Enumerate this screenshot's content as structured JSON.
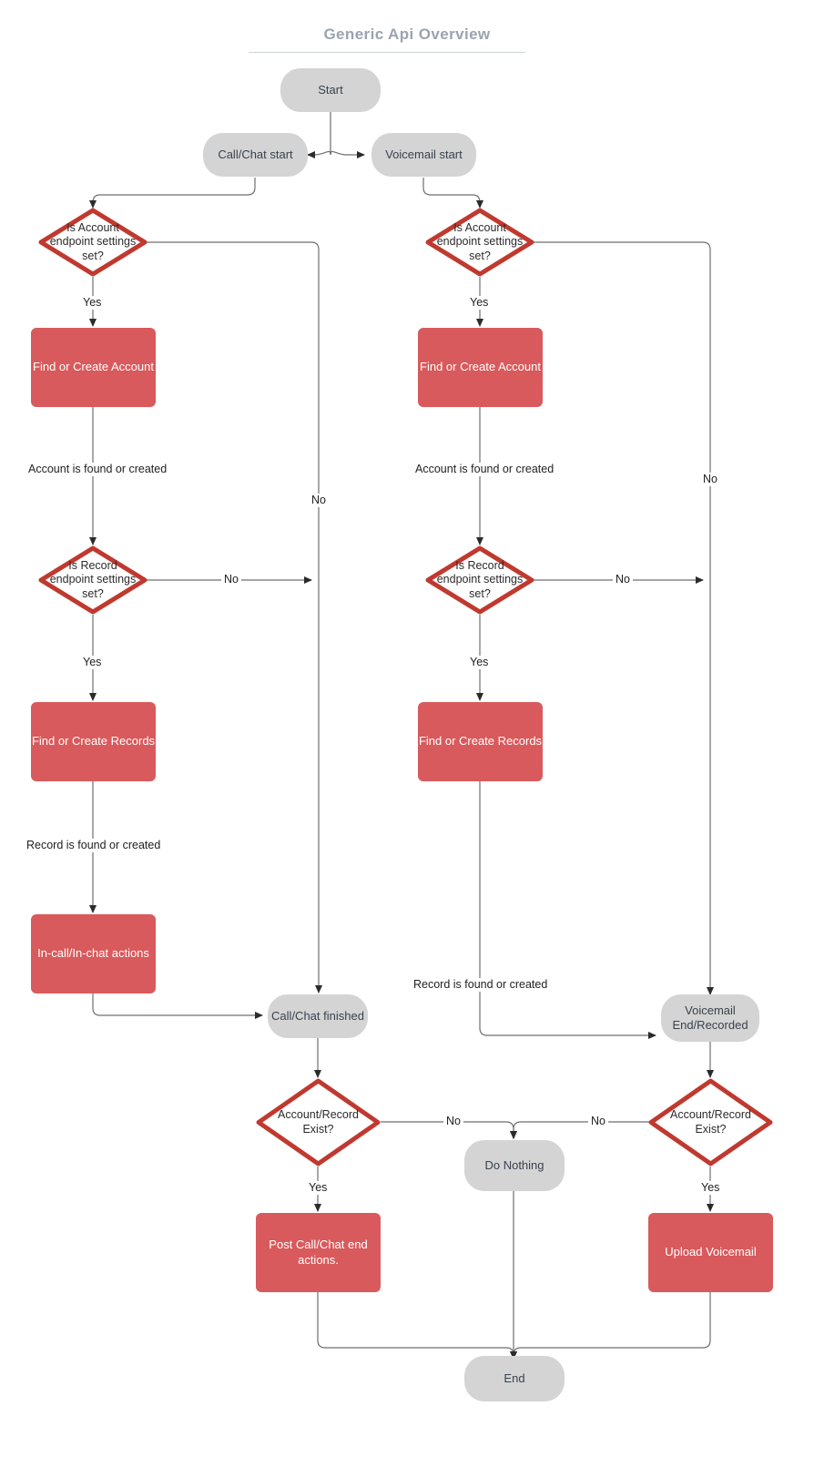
{
  "title": "Generic Api Overview",
  "colors": {
    "terminal_fill": "#d4d4d4",
    "terminal_text": "#39424e",
    "process_fill": "#d85a5c",
    "process_text": "#ffffff",
    "decision_stroke": "#c0392f",
    "edge_stroke": "#6f6f6f",
    "title_text": "#9aa3b0"
  },
  "nodes": {
    "start": {
      "label": "Start",
      "type": "terminal"
    },
    "call_chat_start": {
      "label": "Call/Chat start",
      "type": "terminal"
    },
    "voicemail_start": {
      "label": "Voicemail start",
      "type": "terminal"
    },
    "account_decision_left": {
      "label": "Is Account\nendpoint settings\nset?",
      "type": "decision"
    },
    "account_decision_right": {
      "label": "Is Account\nendpoint settings\nset?",
      "type": "decision"
    },
    "find_create_account_left": {
      "label": "Find or Create Account",
      "type": "process"
    },
    "find_create_account_right": {
      "label": "Find or Create Account",
      "type": "process"
    },
    "record_decision_left": {
      "label": "Is Record\nendpoint settings\nset?",
      "type": "decision"
    },
    "record_decision_right": {
      "label": "Is Record\nendpoint settings\nset?",
      "type": "decision"
    },
    "find_create_records_left": {
      "label": "Find or Create Records",
      "type": "process"
    },
    "find_create_records_right": {
      "label": "Find or Create Records",
      "type": "process"
    },
    "in_call_actions": {
      "label": "In-call/In-chat actions",
      "type": "process"
    },
    "call_chat_finished": {
      "label": "Call/Chat finished",
      "type": "terminal"
    },
    "voicemail_end": {
      "label": "Voicemail\nEnd/Recorded",
      "type": "terminal"
    },
    "exist_decision_left": {
      "label": "Account/Record\nExist?",
      "type": "decision"
    },
    "exist_decision_right": {
      "label": "Account/Record\nExist?",
      "type": "decision"
    },
    "do_nothing": {
      "label": "Do Nothing",
      "type": "terminal"
    },
    "post_call_actions": {
      "label": "Post Call/Chat end\nactions.",
      "type": "process"
    },
    "upload_voicemail": {
      "label": "Upload Voicemail",
      "type": "process"
    },
    "end": {
      "label": "End",
      "type": "terminal"
    }
  },
  "edge_labels": {
    "yes_account_left": "Yes",
    "yes_account_right": "Yes",
    "no_account_left": "No",
    "no_account_right": "No",
    "account_found_left": "Account is found or created",
    "account_found_right": "Account is found or created",
    "no_record_left": "No",
    "no_record_right": "No",
    "yes_record_left": "Yes",
    "yes_record_right": "Yes",
    "record_found_left": "Record is found or created",
    "record_found_right": "Record is found or created",
    "no_exist_left": "No",
    "no_exist_right": "No",
    "yes_exist_left": "Yes",
    "yes_exist_right": "Yes"
  }
}
